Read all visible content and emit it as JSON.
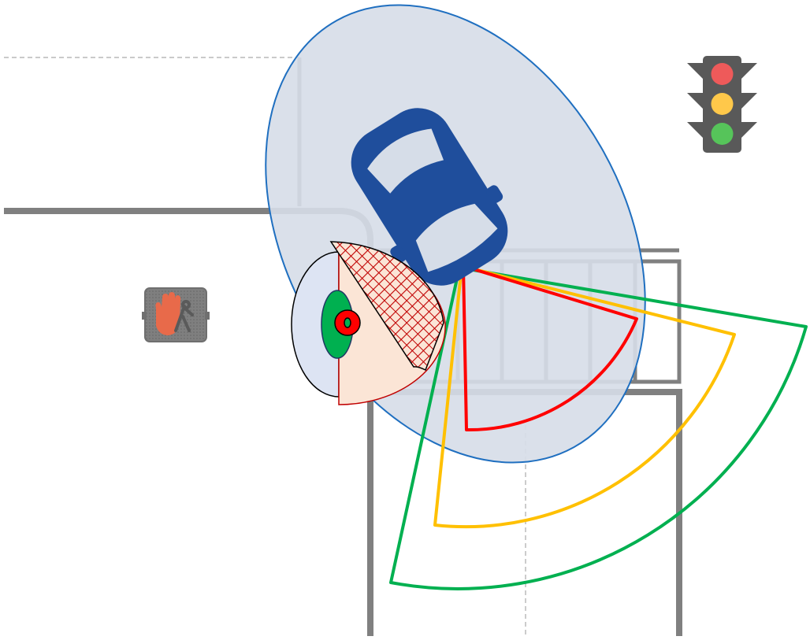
{
  "colors": {
    "road": "#808080",
    "dashed_line": "#aaaaaa",
    "zone_fill": "#d6dde8",
    "zone_stroke": "#1f6fc0",
    "car": "#1f4e9c",
    "car_glass": "#d6dde8",
    "sector_green": "#00b050",
    "sector_yellow": "#ffc000",
    "sector_red": "#ff0000",
    "pedestrian_outer_fill": "#dde4f3",
    "pedestrian_front_fill": "#fbe5d6",
    "pedestrian_hatch": "#c00000",
    "pedestrian_core_green": "#00b050",
    "pedestrian_core_red": "#ff0000",
    "signal_housing": "#595959",
    "signal_red": "#ee5a5a",
    "signal_yellow": "#ffc84a",
    "signal_green": "#56c45a",
    "dont_walk_box": "#7f7f7f",
    "dont_walk_hand": "#e86a4a"
  },
  "icons": {
    "vehicle": "car-top-view-icon",
    "traffic_light": "traffic-light-icon",
    "pedestrian_signal": "dont-walk-hand-icon"
  },
  "sectors": [
    {
      "name": "sector-green",
      "color_key": "sector_green"
    },
    {
      "name": "sector-yellow",
      "color_key": "sector_yellow"
    },
    {
      "name": "sector-red",
      "color_key": "sector_red"
    }
  ],
  "traffic_light_state": [
    "red",
    "yellow",
    "green"
  ],
  "pedestrian_signal_state": "dont-walk"
}
